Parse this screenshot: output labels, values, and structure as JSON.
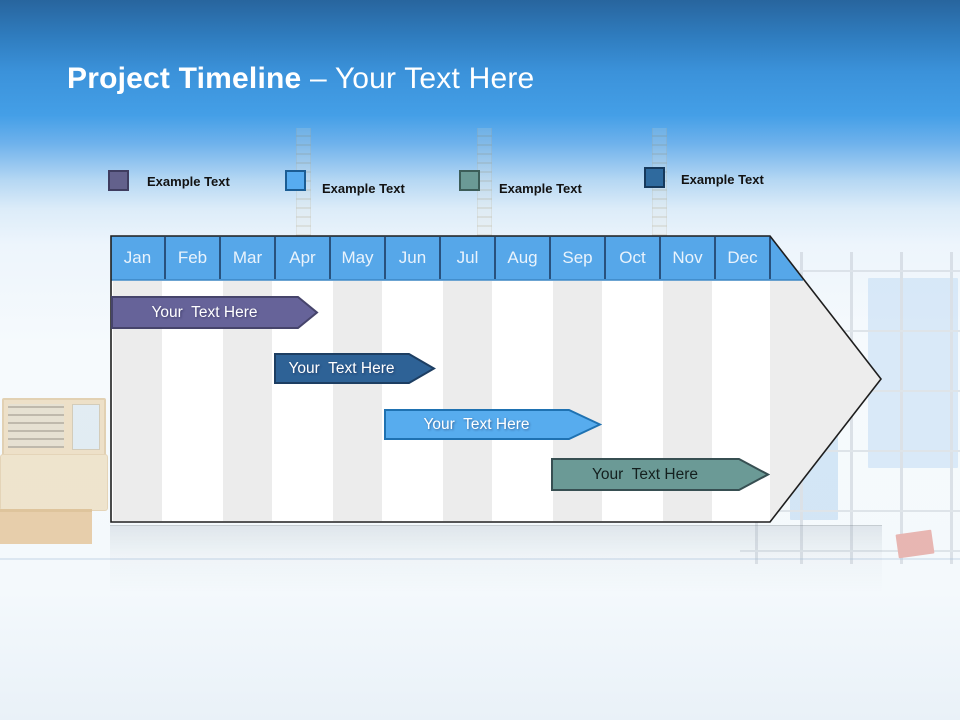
{
  "title": {
    "bold": "Project Timeline ",
    "regular": "– Your Text Here"
  },
  "legend": [
    {
      "label": "Example Text",
      "fill": "#63618c",
      "border": "#3f3d60"
    },
    {
      "label": "Example Text",
      "fill": "#57acf0",
      "border": "#1b5d94"
    },
    {
      "label": "Example Text",
      "fill": "#6b9a96",
      "border": "#3c5d59"
    },
    {
      "label": "Example Text",
      "fill": "#2f6a9e",
      "border": "#16395c"
    }
  ],
  "timeline": {
    "months": [
      "Jan",
      "Feb",
      "Mar",
      "Apr",
      "May",
      "Jun",
      "Jul",
      "Aug",
      "Sep",
      "Oct",
      "Nov",
      "Dec"
    ],
    "header_color": "#56a7e9",
    "separator_color": "#1d3c63",
    "stripe_color": "#ececec",
    "arrowhead_color": "#ededed",
    "outline_color": "#1e1e1e",
    "bars": [
      {
        "label": "Your  Text Here",
        "fill": "#666399",
        "border": "#46446b",
        "text_color": "#ffffff",
        "start_month": "Jan",
        "end_month": "Mar"
      },
      {
        "label": "Your  Text Here",
        "fill": "#2e6296",
        "border": "#1d3e62",
        "text_color": "#ffffff",
        "start_month": "Apr",
        "end_month": "Jun"
      },
      {
        "label": "Your  Text Here",
        "fill": "#57acee",
        "border": "#1f72b2",
        "text_color": "#ffffff",
        "start_month": "Jun",
        "end_month": "Sep"
      },
      {
        "label": "Your  Text Here",
        "fill": "#6b9a96",
        "border": "#374f52",
        "text_color": "#14201f",
        "start_month": "Sep",
        "end_month": "Dec"
      }
    ]
  }
}
